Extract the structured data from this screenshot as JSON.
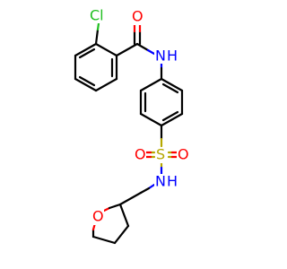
{
  "molecule": {
    "atom_labels": {
      "cl": "Cl",
      "o_carbonyl": "O",
      "nh_amide": "N",
      "h_amide": "H",
      "s": "S",
      "o_sulfonyl_left": "O",
      "o_sulfonyl_right": "O",
      "nh_sulfonamide": "N",
      "h_sulfonamide": "H",
      "o_ring": "O"
    },
    "colors": {
      "carbon_bond": "#000000",
      "chlorine": "#1fbf1f",
      "oxygen": "#ff0000",
      "nitrogen": "#0000ff",
      "sulfur": "#b5a800"
    }
  }
}
